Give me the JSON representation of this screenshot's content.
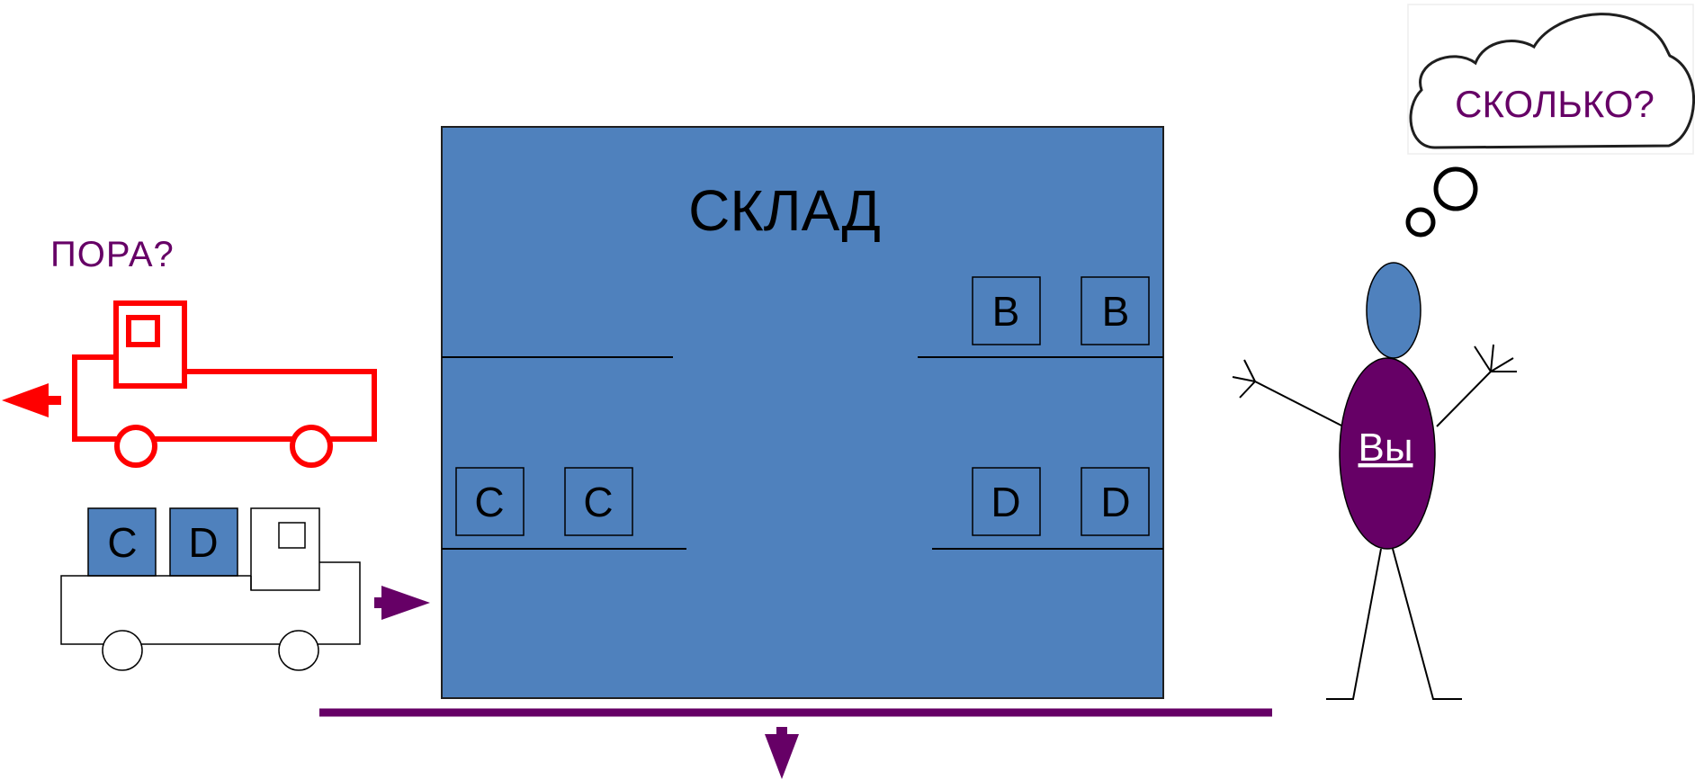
{
  "warehouse": {
    "title": "СКЛАД"
  },
  "shelves": {
    "upper_right": [
      "B",
      "B"
    ],
    "middle_left": [
      "C",
      "C"
    ],
    "middle_right": [
      "D",
      "D"
    ]
  },
  "leaving_truck": {
    "label": "ПОРА?"
  },
  "arriving_truck": {
    "cargo": [
      "C",
      "D"
    ]
  },
  "person": {
    "label": "Вы"
  },
  "thought": {
    "text": "СКОЛЬКО?"
  },
  "colors": {
    "warehouse_fill": "#4f81bd",
    "accent": "#660066",
    "truck_red": "#ff0000",
    "person_head": "#4f81bd",
    "person_body": "#660066"
  }
}
